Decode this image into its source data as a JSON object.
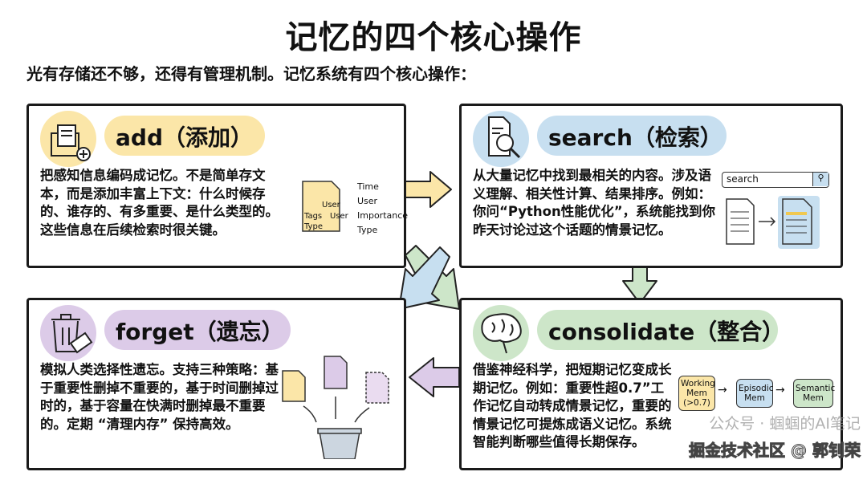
{
  "title": "记忆的四个核心操作",
  "subtitle": "光有存储还不够，还得有管理机制。记忆系统有四个核心操作：",
  "colors": {
    "add": "#fbe6a8",
    "search": "#c7dff0",
    "forget": "#dccbe8",
    "consolidate": "#cde6c9"
  },
  "cards": {
    "add": {
      "label": "add（添加）",
      "icon": "add-document-box-icon",
      "text": "把感知信息编码成记忆。不是简单存文本，而是添加丰富上下文：什么时候存的、谁存的、有多重要、是什么类型的。这些信息在后续检索时很关键。",
      "doc_lines": [
        "User",
        "User"
      ],
      "doc_tags": [
        "Tags",
        "Type"
      ],
      "fields": [
        "Time",
        "User",
        "Importance",
        "Type"
      ]
    },
    "search": {
      "label": "search（检索）",
      "icon": "document-search-icon",
      "text": "从大量记忆中找到最相关的内容。涉及语义理解、相关性计算、结果排序。例如：你问“Python性能优化”，系统能找到你昨天讨论过这个话题的情景记忆。",
      "search_box": "search"
    },
    "forget": {
      "label": "forget（遗忘）",
      "icon": "trash-eraser-icon",
      "text": "模拟人类选择性遗忘。支持三种策略：基于重要性删掉不重要的，基于时间删掉过时的，基于容量在快满时删掉最不重要的。定期 “清理内存” 保持高效。"
    },
    "consolidate": {
      "label": "consolidate（整合）",
      "icon": "brain-icon",
      "text": "借鉴神经科学，把短期记忆变成长期记忆。例如：重要性超0.7”工作记忆自动转成情景记忆，重要的情景记忆可提炼成语义记忆。系统智能判断哪些值得长期保存。",
      "flow": [
        "Working Mem (>0.7)",
        "Episodic Mem",
        "Semantic Mem"
      ]
    }
  },
  "watermark": {
    "line1": "公众号 · 蝈蝈的AI笔记",
    "line2": "掘金技术社区 @ 郭钊荣"
  }
}
